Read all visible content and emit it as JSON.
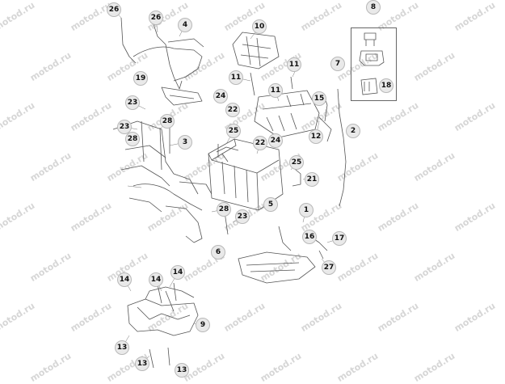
{
  "watermark": "motod.ru",
  "callouts": [
    {
      "id": "c1",
      "label": "1"
    },
    {
      "id": "c2",
      "label": "2"
    },
    {
      "id": "c3",
      "label": "3"
    },
    {
      "id": "c4",
      "label": "4"
    },
    {
      "id": "c5",
      "label": "5"
    },
    {
      "id": "c6",
      "label": "6"
    },
    {
      "id": "c7",
      "label": "7"
    },
    {
      "id": "c8",
      "label": "8"
    },
    {
      "id": "c9",
      "label": "9"
    },
    {
      "id": "c10",
      "label": "10"
    },
    {
      "id": "c11a",
      "label": "11"
    },
    {
      "id": "c11b",
      "label": "11"
    },
    {
      "id": "c11c",
      "label": "11"
    },
    {
      "id": "c12",
      "label": "12"
    },
    {
      "id": "c13a",
      "label": "13"
    },
    {
      "id": "c13b",
      "label": "13"
    },
    {
      "id": "c13c",
      "label": "13"
    },
    {
      "id": "c14a",
      "label": "14"
    },
    {
      "id": "c14b",
      "label": "14"
    },
    {
      "id": "c14c",
      "label": "14"
    },
    {
      "id": "c15",
      "label": "15"
    },
    {
      "id": "c16",
      "label": "16"
    },
    {
      "id": "c17",
      "label": "17"
    },
    {
      "id": "c18",
      "label": "18"
    },
    {
      "id": "c19",
      "label": "19"
    },
    {
      "id": "c21",
      "label": "21"
    },
    {
      "id": "c22a",
      "label": "22"
    },
    {
      "id": "c22b",
      "label": "22"
    },
    {
      "id": "c23a",
      "label": "23"
    },
    {
      "id": "c23b",
      "label": "23"
    },
    {
      "id": "c23c",
      "label": "23"
    },
    {
      "id": "c24a",
      "label": "24"
    },
    {
      "id": "c24b",
      "label": "24"
    },
    {
      "id": "c25a",
      "label": "25"
    },
    {
      "id": "c25b",
      "label": "25"
    },
    {
      "id": "c26a",
      "label": "26"
    },
    {
      "id": "c26b",
      "label": "26"
    },
    {
      "id": "c27",
      "label": "27"
    },
    {
      "id": "c28a",
      "label": "28"
    },
    {
      "id": "c28b",
      "label": "28"
    },
    {
      "id": "c28c",
      "label": "28"
    }
  ],
  "colors": {
    "line": "#555555",
    "callout_bg": "#e9e9e9",
    "watermark": "#d0d0d0"
  }
}
